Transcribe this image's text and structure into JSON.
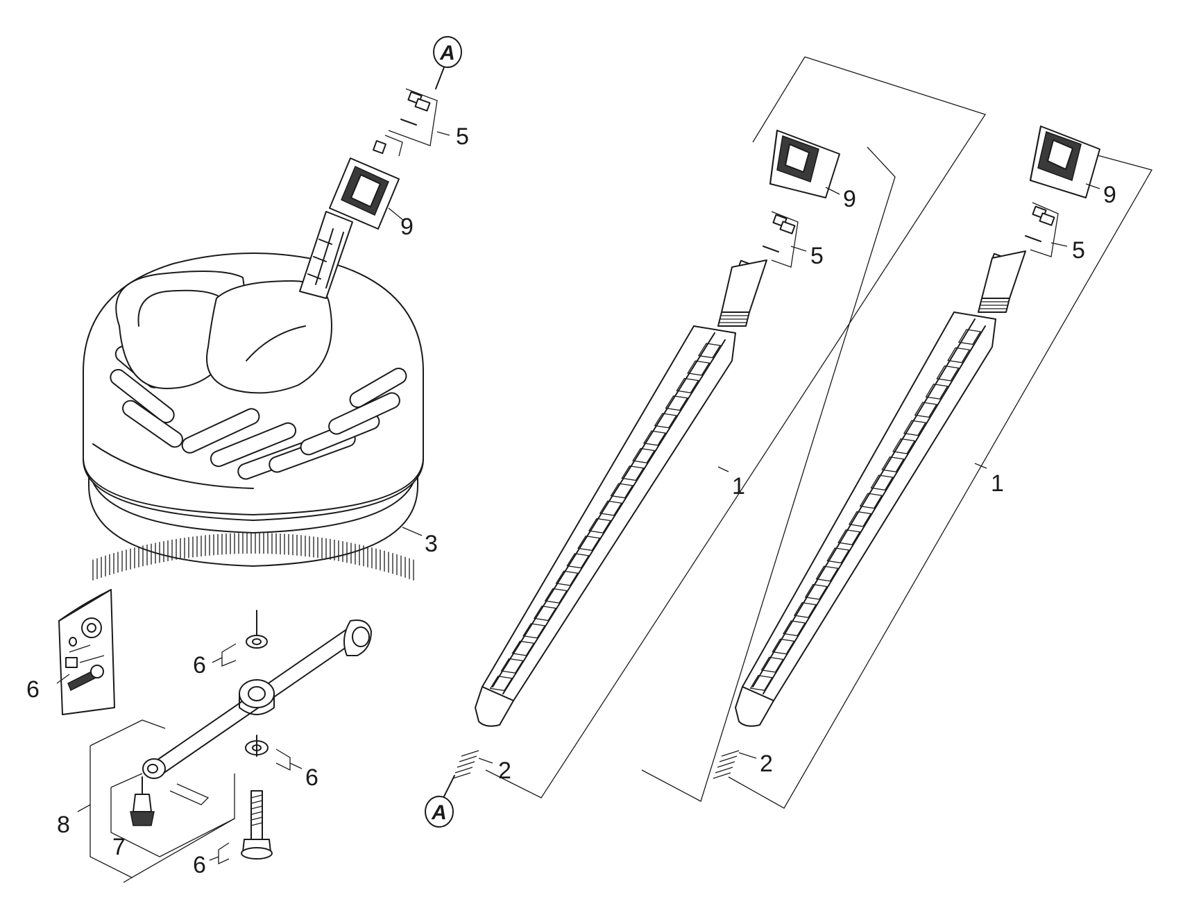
{
  "callouts": {
    "c5a": "5",
    "c9a": "9",
    "c3": "3",
    "c6a": "6",
    "c6b": "6",
    "c6c": "6",
    "c6d": "6",
    "c7": "7",
    "c8": "8",
    "c9b": "9",
    "c5b": "5",
    "c1a": "1",
    "c2a": "2",
    "c9c": "9",
    "c5c": "5",
    "c1b": "1",
    "c2b": "2"
  },
  "references": {
    "top": "A",
    "bottom": "A"
  },
  "colors": {
    "line": "#1a1a1a",
    "background": "#ffffff",
    "dark": "#3a3a3a"
  }
}
